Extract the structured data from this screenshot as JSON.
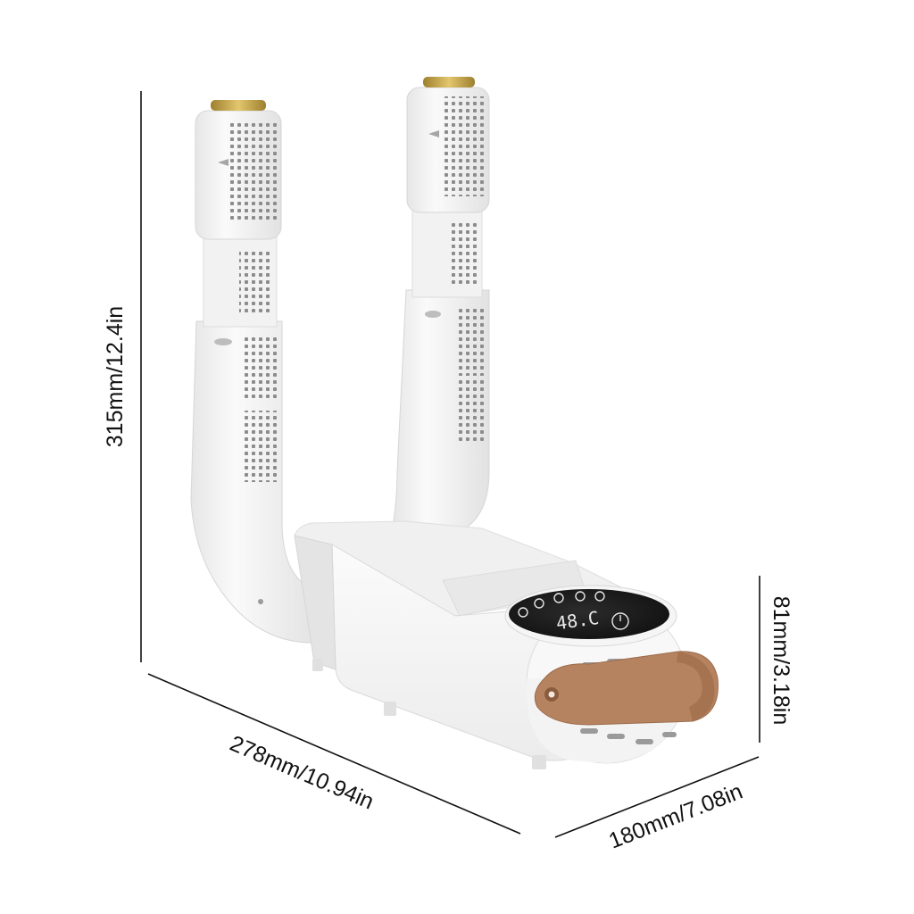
{
  "dimensions": {
    "height": "315mm/12.4in",
    "length": "278mm/10.94in",
    "width": "180mm/7.08in",
    "base_height": "81mm/3.18in"
  },
  "display": {
    "readout": "48.C"
  },
  "colors": {
    "background": "#ffffff",
    "body": "#f7f7f7",
    "body_shadow": "#d9d9d9",
    "vent": "#8c8c8c",
    "tip": "#c9a84a",
    "strap": "#b58360",
    "panel": "#1f1f1f",
    "text": "#111111"
  }
}
